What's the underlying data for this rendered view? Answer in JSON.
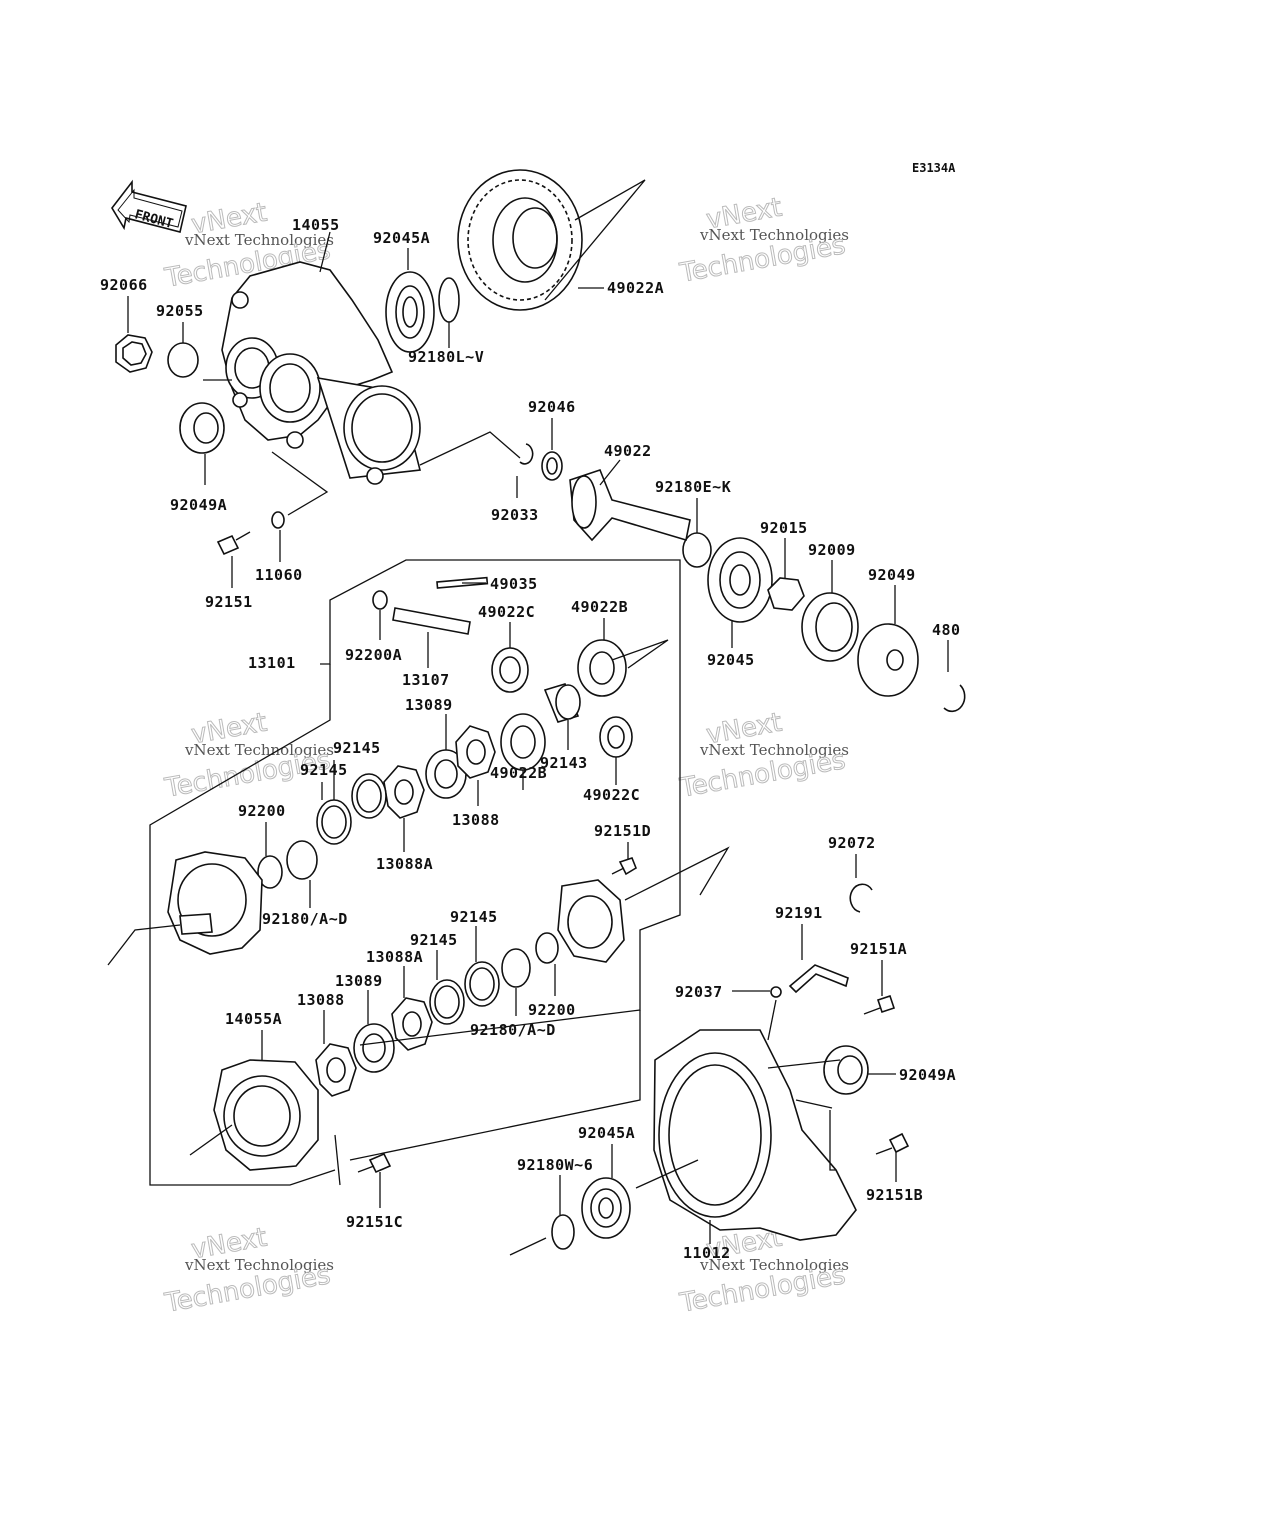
{
  "diagram_code": "E3134A",
  "front_label": "FRONT",
  "watermark": {
    "line1": "vNext Technologies",
    "line2": "Technologies",
    "line3": "vNext"
  },
  "callouts": [
    {
      "id": "c01",
      "text": "14055"
    },
    {
      "id": "c02",
      "text": "92045A"
    },
    {
      "id": "c03",
      "text": "49022A"
    },
    {
      "id": "c04",
      "text": "92066"
    },
    {
      "id": "c05",
      "text": "92055"
    },
    {
      "id": "c06",
      "text": "92180L~V"
    },
    {
      "id": "c07",
      "text": "92046"
    },
    {
      "id": "c08",
      "text": "49022"
    },
    {
      "id": "c09",
      "text": "92180E~K"
    },
    {
      "id": "c10",
      "text": "92033"
    },
    {
      "id": "c11",
      "text": "92049A"
    },
    {
      "id": "c12",
      "text": "92015"
    },
    {
      "id": "c13",
      "text": "92009"
    },
    {
      "id": "c14",
      "text": "92049"
    },
    {
      "id": "c15",
      "text": "11060"
    },
    {
      "id": "c16",
      "text": "92151"
    },
    {
      "id": "c17",
      "text": "49035"
    },
    {
      "id": "c18",
      "text": "49022C"
    },
    {
      "id": "c19",
      "text": "49022B"
    },
    {
      "id": "c20",
      "text": "480"
    },
    {
      "id": "c21",
      "text": "13101"
    },
    {
      "id": "c22",
      "text": "92200A"
    },
    {
      "id": "c23",
      "text": "13107"
    },
    {
      "id": "c24",
      "text": "92045"
    },
    {
      "id": "c25",
      "text": "13089"
    },
    {
      "id": "c26",
      "text": "92145"
    },
    {
      "id": "c27",
      "text": "92145"
    },
    {
      "id": "c28",
      "text": "92143"
    },
    {
      "id": "c29",
      "text": "49022B"
    },
    {
      "id": "c30",
      "text": "49022C"
    },
    {
      "id": "c31",
      "text": "13088"
    },
    {
      "id": "c32",
      "text": "92200"
    },
    {
      "id": "c33",
      "text": "13088A"
    },
    {
      "id": "c34",
      "text": "92151D"
    },
    {
      "id": "c35",
      "text": "92072"
    },
    {
      "id": "c36",
      "text": "92180/A~D"
    },
    {
      "id": "c37",
      "text": "92145"
    },
    {
      "id": "c38",
      "text": "92191"
    },
    {
      "id": "c39",
      "text": "92145"
    },
    {
      "id": "c40",
      "text": "13088A"
    },
    {
      "id": "c41",
      "text": "92151A"
    },
    {
      "id": "c42",
      "text": "13089"
    },
    {
      "id": "c43",
      "text": "92037"
    },
    {
      "id": "c44",
      "text": "13088"
    },
    {
      "id": "c45",
      "text": "92200"
    },
    {
      "id": "c46",
      "text": "14055A"
    },
    {
      "id": "c47",
      "text": "92180/A~D"
    },
    {
      "id": "c48",
      "text": "92049A"
    },
    {
      "id": "c49",
      "text": "92045A"
    },
    {
      "id": "c50",
      "text": "92180W~6"
    },
    {
      "id": "c51",
      "text": "92151B"
    },
    {
      "id": "c52",
      "text": "92151C"
    },
    {
      "id": "c53",
      "text": "11012"
    }
  ]
}
